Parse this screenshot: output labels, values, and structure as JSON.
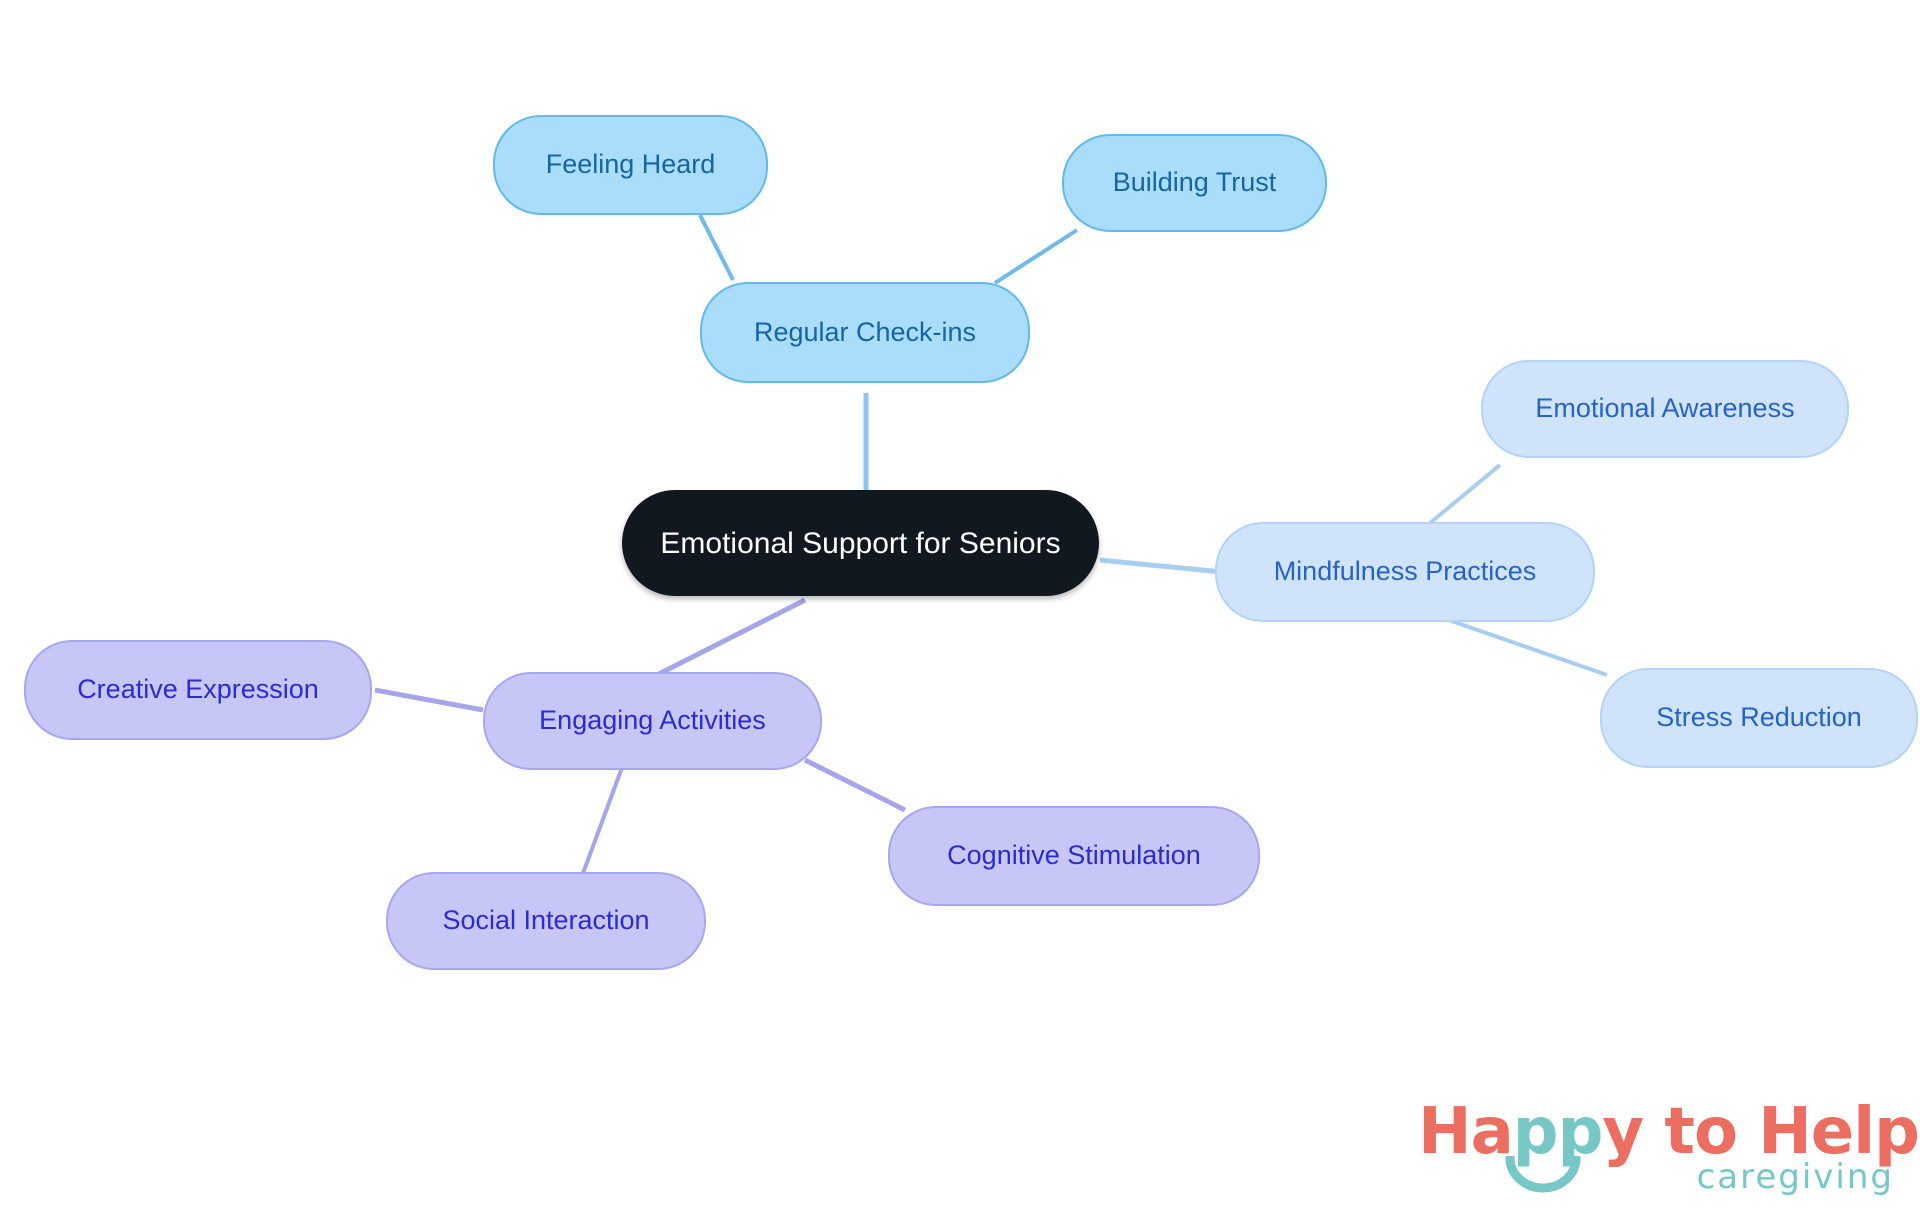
{
  "diagram": {
    "type": "mind-map",
    "title": "Emotional Support for Seniors",
    "background_color": "#ffffff",
    "root": {
      "id": "root",
      "label": "Emotional Support for Seniors",
      "fill": "#111820",
      "text_color": "#ffffff"
    },
    "branches": [
      {
        "id": "regular-check-ins",
        "label": "Regular Check-ins",
        "fill": "#a9ddfb",
        "border": "#64b9ea",
        "text_color": "#1565a4",
        "children": [
          {
            "id": "feeling-heard",
            "label": "Feeling Heard"
          },
          {
            "id": "building-trust",
            "label": "Building Trust"
          }
        ]
      },
      {
        "id": "mindfulness-practices",
        "label": "Mindfulness Practices",
        "fill": "#cfe3fb",
        "border": "#b4d3f6",
        "text_color": "#2663c8",
        "children": [
          {
            "id": "emotional-awareness",
            "label": "Emotional Awareness"
          },
          {
            "id": "stress-reduction",
            "label": "Stress Reduction"
          }
        ]
      },
      {
        "id": "engaging-activities",
        "label": "Engaging Activities",
        "fill": "#c7c7f7",
        "border": "#a7a7ef",
        "text_color": "#2b2bd6",
        "children": [
          {
            "id": "creative-expression",
            "label": "Creative Expression"
          },
          {
            "id": "social-interaction",
            "label": "Social Interaction"
          },
          {
            "id": "cognitive-stimulation",
            "label": "Cognitive Stimulation"
          }
        ]
      }
    ],
    "edge_colors": {
      "blue": "#8cc5ef",
      "pale_blue": "#a9cdf0",
      "purple": "#a5a5ec"
    }
  },
  "logo": {
    "word_happy": "Ha",
    "word_pp": "pp",
    "word_y": "y",
    "word_to_help": " to Help",
    "tagline": "caregiving",
    "coral": "#ec6e60",
    "teal": "#76c7c5"
  }
}
